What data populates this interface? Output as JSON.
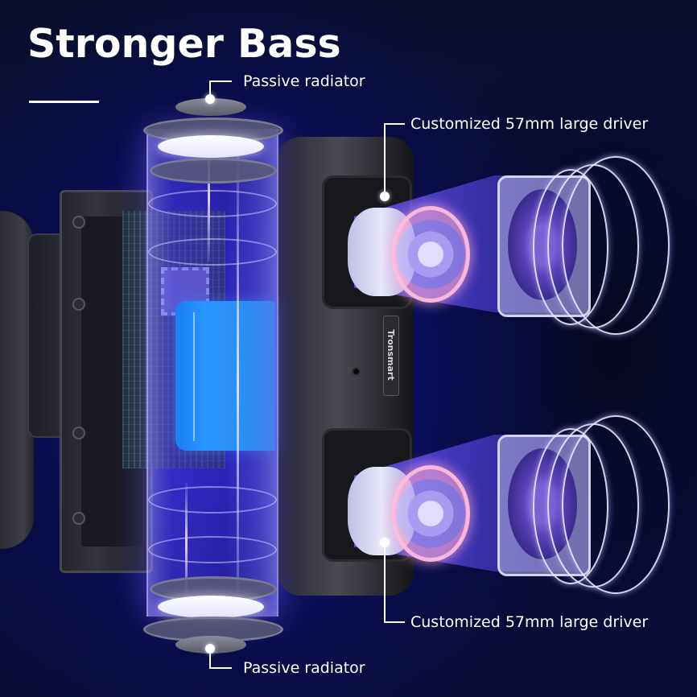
{
  "title": "Stronger Bass",
  "brand_badge": "Tronsmart",
  "callouts": {
    "passive_radiator_top": "Passive radiator",
    "driver_top": "Customized 57mm large driver",
    "driver_bottom": "Customized 57mm large driver",
    "passive_radiator_bottom": "Passive radiator"
  },
  "colors": {
    "background": "#0a0d4a",
    "glow": "#6a55ff",
    "battery": "#2a95ff",
    "text": "#ffffff"
  }
}
